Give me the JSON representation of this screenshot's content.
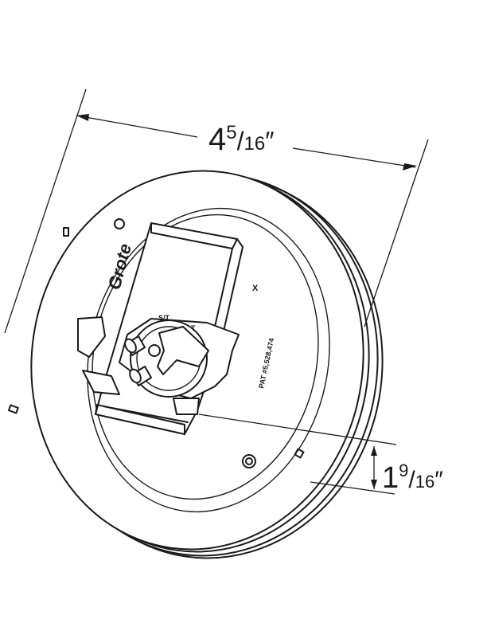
{
  "dimensions": {
    "diameter": {
      "whole": "4",
      "numerator": "5",
      "denominator": "16",
      "unit": "″"
    },
    "depth": {
      "whole": "1",
      "numerator": "9",
      "denominator": "16",
      "unit": "″"
    }
  },
  "housing_text": {
    "brand": "Grote",
    "patent": "PAT #5,528,474",
    "mark_x": "X",
    "terminal_st": "S/T",
    "terminal_t": "T"
  }
}
